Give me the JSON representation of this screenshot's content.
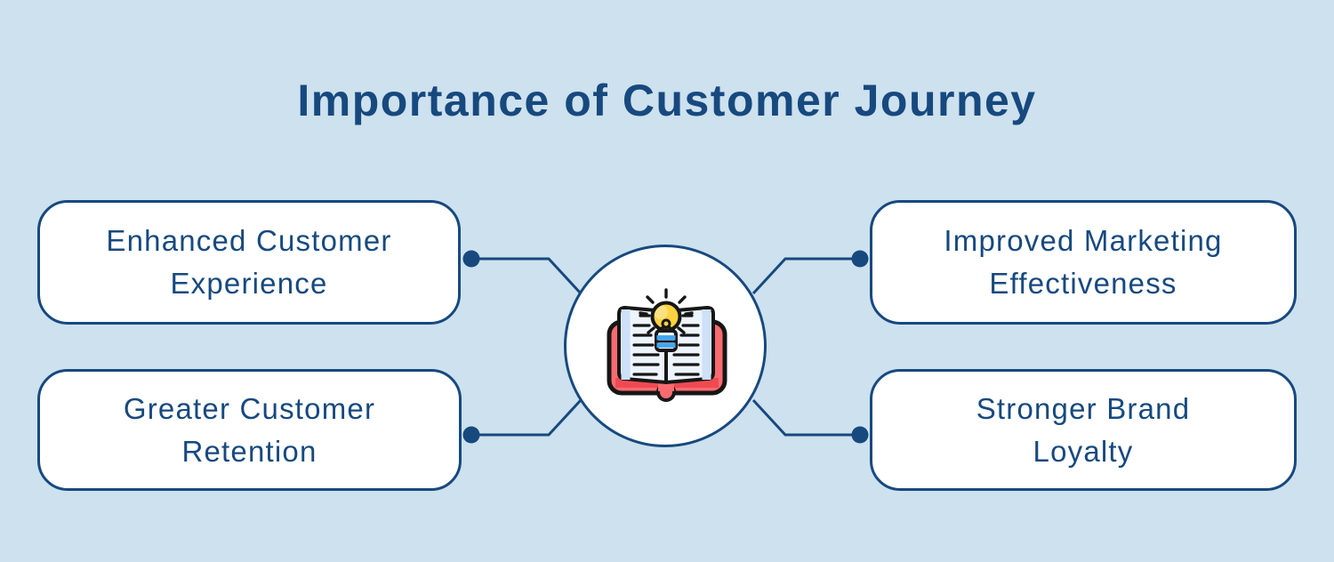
{
  "title": "Importance of Customer Journey",
  "center": {
    "icon": "open-book-lightbulb-icon"
  },
  "nodes": [
    {
      "id": "enhanced-customer-experience",
      "label": "Enhanced Customer Experience",
      "lines": [
        "Enhanced Customer",
        "Experience"
      ],
      "position": "top-left"
    },
    {
      "id": "improved-marketing-effectiveness",
      "label": "Improved Marketing Effectiveness",
      "lines": [
        "Improved Marketing",
        "Effectiveness"
      ],
      "position": "top-right"
    },
    {
      "id": "greater-customer-retention",
      "label": "Greater Customer Retention",
      "lines": [
        "Greater Customer",
        "Retention"
      ],
      "position": "bottom-left"
    },
    {
      "id": "stronger-brand-loyalty",
      "label": "Stronger Brand Loyalty",
      "lines": [
        "Stronger Brand",
        "Loyalty"
      ],
      "position": "bottom-right"
    }
  ],
  "colors": {
    "background": "#cde1ee",
    "navy": "#17497f",
    "box_fill": "#ffffff",
    "outline": "#161616",
    "red": "#f96b70",
    "red_dark": "#ef4a52",
    "page": "#eef4fd",
    "page_edge": "#cde1f8",
    "yellow": "#fcd23f",
    "yellow_light": "#fbe182",
    "blue_stripe": "#42a7f0"
  }
}
